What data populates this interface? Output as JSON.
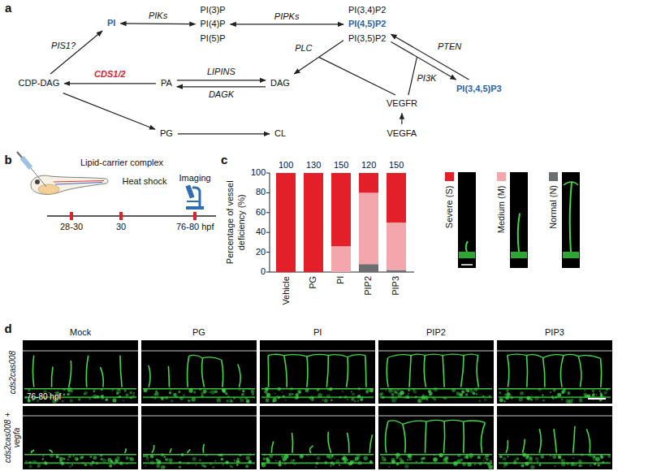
{
  "diagram": {
    "nodes": [
      {
        "text": [
          "PI"
        ]
      },
      {
        "text": [
          "PI(3)P",
          "PI(4)P",
          "PI(5)P"
        ]
      },
      {
        "text": [
          "PI(3,4)P2",
          "PI(4,5)P2",
          "PI(3,5)P2"
        ]
      },
      {
        "text": [
          "CDP-DAG"
        ]
      },
      {
        "text": [
          "PA"
        ]
      },
      {
        "text": [
          "DAG"
        ]
      },
      {
        "text": [
          "PI(3,4,5)P3"
        ]
      },
      {
        "text": [
          "VEGFR"
        ]
      },
      {
        "text": [
          "PG"
        ]
      },
      {
        "text": [
          "CL"
        ]
      },
      {
        "text": [
          "VEGFA"
        ]
      }
    ],
    "edges": [
      {
        "from": 3,
        "to": 0,
        "arrow": "to",
        "label": "PIS1?"
      },
      {
        "from": 0,
        "to": 1,
        "arrow": "both",
        "label": "PIKs"
      },
      {
        "from": 1,
        "to": 2,
        "arrow": "both",
        "label": "PIPKs"
      },
      {
        "from": 4,
        "to": 3,
        "arrow": "to",
        "label": "CDS1/2"
      },
      {
        "from": 4,
        "to": 5,
        "arrow": "to",
        "label": "LIPINS"
      },
      {
        "from": 5,
        "to": 4,
        "arrow": "to",
        "label": "DAGK"
      },
      {
        "from": 2,
        "to": 5,
        "arrow": "to",
        "label": "PLC"
      },
      {
        "from": 2,
        "to": 6,
        "arrow": "to",
        "label": "PI3K"
      },
      {
        "from": 6,
        "to": 2,
        "arrow": "to",
        "label": "PTEN"
      },
      {
        "from": 10,
        "to": 7,
        "arrow": "to"
      },
      {
        "from": 3,
        "to": 8,
        "arrow": "to"
      },
      {
        "from": 8,
        "to": 9,
        "arrow": "to"
      }
    ],
    "labels": [
      "a",
      "b",
      "Lipid-carrier complex",
      "Heat shock",
      "Imaging",
      "28-30",
      "30",
      "76-80 hpf",
      "c",
      "Percentage of vessel deficiency (%)",
      "100",
      "130",
      "150",
      "120",
      "150",
      "0",
      "20",
      "40",
      "60",
      "80",
      "100",
      "Vehicle",
      "PG",
      "PI",
      "PIP2",
      "PIP3",
      "d",
      "Mock",
      "PG",
      "PI",
      "PIP2",
      "PIP3",
      "cds2cas008",
      "cds2cas008 + vegfa",
      "76-80 hpf"
    ],
    "legend": [
      {
        "text": "Severe (S)",
        "color": "#e3202a"
      },
      {
        "text": "Medium (M)",
        "color": "#f3a7ad"
      },
      {
        "text": "Normal (N)",
        "color": "#6d6e70"
      }
    ]
  }
}
